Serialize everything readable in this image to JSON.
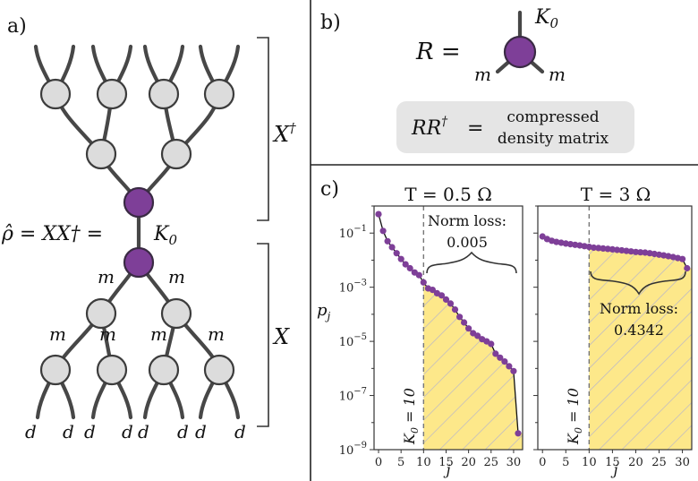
{
  "panel_a": {
    "label": "a)",
    "rho_eq": "ρ̂ = XX† =",
    "k0_label": "K",
    "k0_sub": "0",
    "x_dagger": "X",
    "x_dagger_sup": "†",
    "x_label": "X",
    "m": "m",
    "d": "d"
  },
  "panel_b": {
    "label": "b)",
    "r_eq": "R =",
    "k0_label": "K",
    "k0_sub": "0",
    "m": "m",
    "box_lhs": "RR",
    "box_lhs_sup": "†",
    "box_eq": "=",
    "box_line1": "compressed",
    "box_line2": "density matrix"
  },
  "panel_c": {
    "label": "c)",
    "ylabel": "p",
    "ylabel_sub": "j",
    "xlabel": "j",
    "k0_marker": "K",
    "k0_marker_sub": "0",
    "k0_marker_eq": " = 10"
  },
  "chart_data": [
    {
      "type": "scatter",
      "title": "T = 0.5 Ω",
      "xlabel": "j",
      "ylabel": "p_j",
      "y_scale": "log",
      "xlim": [
        -1,
        32
      ],
      "ylim": [
        1e-09,
        1
      ],
      "x_ticks": [
        0,
        5,
        10,
        15,
        20,
        25,
        30
      ],
      "y_ticks": [
        "10^-1",
        "10^-3",
        "10^-5",
        "10^-7",
        "10^-9"
      ],
      "cutoff_j": 10,
      "annotation": {
        "line1": "Norm loss:",
        "line2": "0.005"
      },
      "x": [
        0,
        1,
        2,
        3,
        4,
        5,
        6,
        7,
        8,
        9,
        10,
        11,
        12,
        13,
        14,
        15,
        16,
        17,
        18,
        19,
        20,
        21,
        22,
        23,
        24,
        25,
        26,
        27,
        28,
        29,
        30,
        31
      ],
      "y": [
        0.5,
        0.12,
        0.05,
        0.03,
        0.018,
        0.011,
        0.007,
        0.005,
        0.0035,
        0.0028,
        0.0015,
        0.0009,
        0.0008,
        0.0006,
        0.0005,
        0.00035,
        0.00025,
        0.00015,
        8e-05,
        5e-05,
        3e-05,
        2e-05,
        1.6e-05,
        1.2e-05,
        1e-05,
        8e-06,
        3.5e-06,
        2.5e-06,
        1.8e-06,
        1.2e-06,
        8e-07,
        4e-09
      ]
    },
    {
      "type": "scatter",
      "title": "T = 3 Ω",
      "xlabel": "j",
      "ylabel": "p_j",
      "y_scale": "log",
      "xlim": [
        -1,
        32
      ],
      "ylim": [
        1e-09,
        1
      ],
      "x_ticks": [
        0,
        5,
        10,
        15,
        20,
        25,
        30
      ],
      "cutoff_j": 10,
      "annotation": {
        "line1": "Norm loss:",
        "line2": "0.4342"
      },
      "x": [
        0,
        1,
        2,
        3,
        4,
        5,
        6,
        7,
        8,
        9,
        10,
        11,
        12,
        13,
        14,
        15,
        16,
        17,
        18,
        19,
        20,
        21,
        22,
        23,
        24,
        25,
        26,
        27,
        28,
        29,
        30,
        31
      ],
      "y": [
        0.075,
        0.06,
        0.052,
        0.047,
        0.044,
        0.041,
        0.039,
        0.037,
        0.035,
        0.033,
        0.031,
        0.029,
        0.028,
        0.027,
        0.026,
        0.025,
        0.024,
        0.023,
        0.022,
        0.021,
        0.02,
        0.0195,
        0.019,
        0.018,
        0.017,
        0.016,
        0.015,
        0.014,
        0.013,
        0.012,
        0.011,
        0.005
      ]
    }
  ]
}
